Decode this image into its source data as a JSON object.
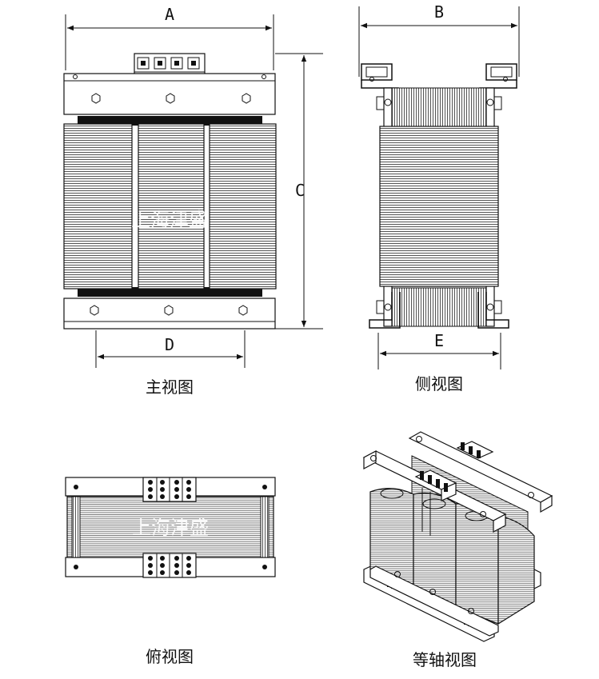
{
  "dimensions": {
    "a": "A",
    "b": "B",
    "c": "C",
    "d": "D",
    "e": "E"
  },
  "views": {
    "front": "主视图",
    "side": "侧视图",
    "top": "俯视图",
    "iso": "等轴视图"
  },
  "watermark": "上海津盛",
  "colors": {
    "line": "#111111",
    "background": "#ffffff",
    "coil": "#9a9a9a"
  }
}
